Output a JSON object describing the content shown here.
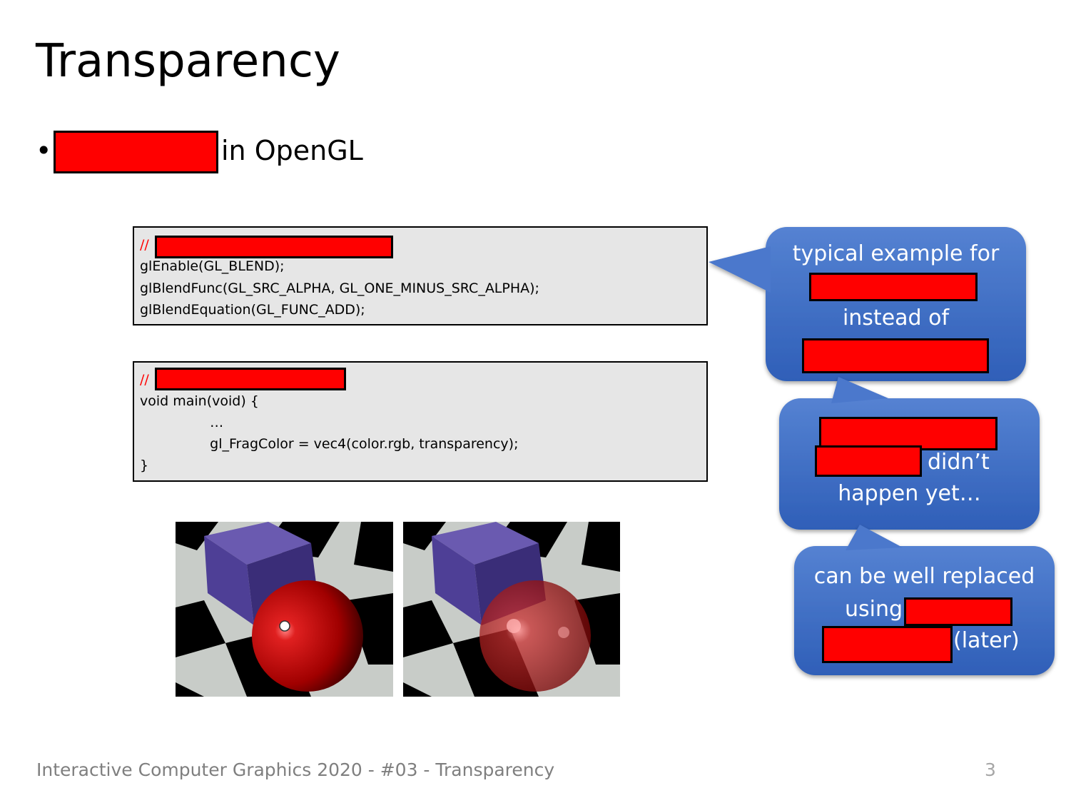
{
  "slide": {
    "title": "Transparency",
    "bullet_marker": "•",
    "bullet_text": "in OpenGL",
    "footer": "Interactive Computer Graphics 2020 - #03 - Transparency",
    "page_number": "3"
  },
  "code_blocks": [
    {
      "comment_prefix": "//",
      "lines": [
        "glEnable(GL_BLEND);",
        "glBlendFunc(GL_SRC_ALPHA, GL_ONE_MINUS_SRC_ALPHA);",
        "glBlendEquation(GL_FUNC_ADD);"
      ]
    },
    {
      "comment_prefix": "//",
      "lines": [
        "void main(void) {",
        "    …",
        "    gl_FragColor = vec4(color.rgb, transparency);",
        "}"
      ]
    }
  ],
  "callouts": {
    "first": {
      "line1": "typical example for",
      "line2": "instead of"
    },
    "second": {
      "line1": "didn’t",
      "line2": "happen yet…"
    },
    "third": {
      "line1": "can be well replaced",
      "line2": "using",
      "line3": "(later)"
    }
  },
  "colors": {
    "redaction": "#ff0000",
    "callout_fill": "#4472c4",
    "code_bg": "#e6e6e6",
    "comment": "#ff0000"
  },
  "images": [
    {
      "name": "opaque-sphere-render"
    },
    {
      "name": "transparent-sphere-render"
    }
  ]
}
